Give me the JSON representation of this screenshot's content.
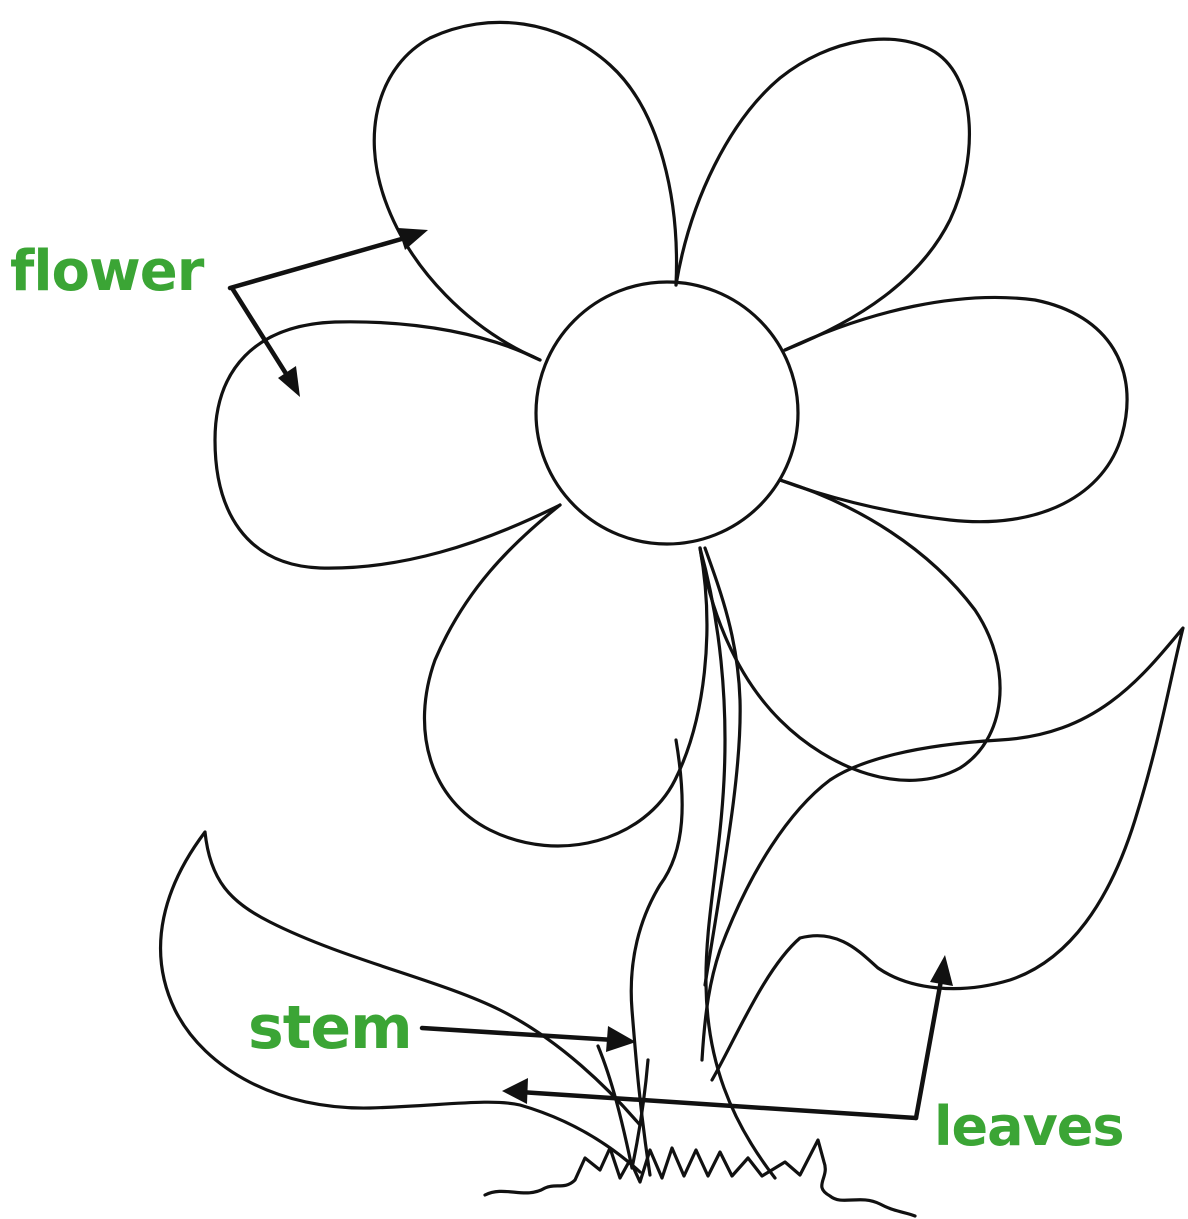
{
  "labels": {
    "flower": "flower",
    "stem": "stem",
    "leaves": "leaves"
  },
  "colors": {
    "label_green": "#3ba535",
    "outline": "#111111",
    "background": "#ffffff"
  }
}
